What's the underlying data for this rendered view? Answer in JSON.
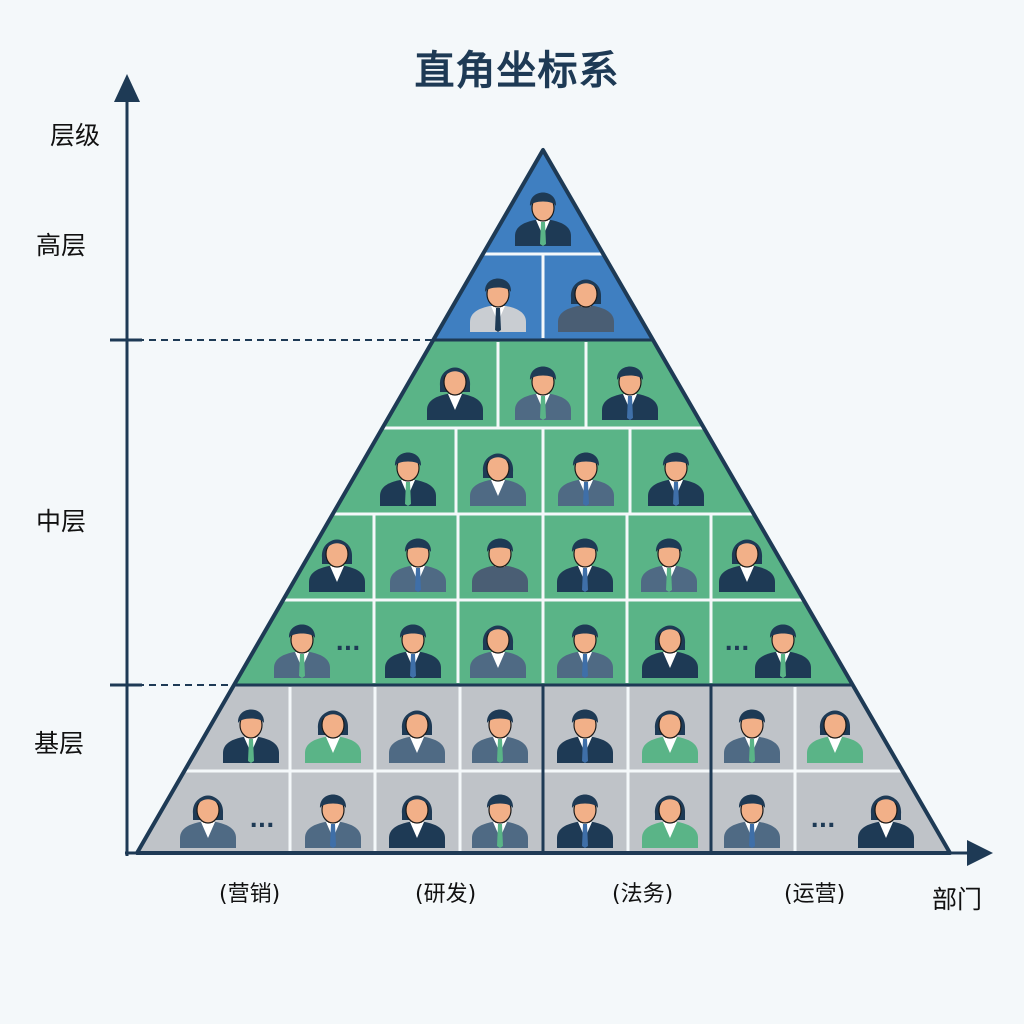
{
  "title": "直角坐标系",
  "y_axis": {
    "label": "层级",
    "levels": [
      {
        "name": "高层",
        "color": "#3f7fc1"
      },
      {
        "name": "中层",
        "color": "#5ab487"
      },
      {
        "name": "基层",
        "color": "#bfc3c8"
      }
    ]
  },
  "x_axis": {
    "label": "部门",
    "departments": [
      "(营销)",
      "(研发)",
      "(法务)",
      "(运营)"
    ]
  },
  "ellipsis": "...",
  "colors": {
    "axis": "#1e3a55",
    "background": "#f4f8fa",
    "skin": "#f2b088",
    "hair": "#1e3a55",
    "suit_dark": "#1e3a55",
    "suit_gray": "#4f6a84",
    "shirt_green": "#5ab487",
    "shirt_light": "#c9cdd2",
    "tie_green": "#5ab487",
    "tie_blue": "#3f6fa8"
  },
  "pyramid": {
    "top_tier_rows": [
      1,
      2
    ],
    "middle_tier_rows": [
      3,
      4,
      6,
      6
    ],
    "base_tier_rows": [
      8,
      8
    ]
  }
}
